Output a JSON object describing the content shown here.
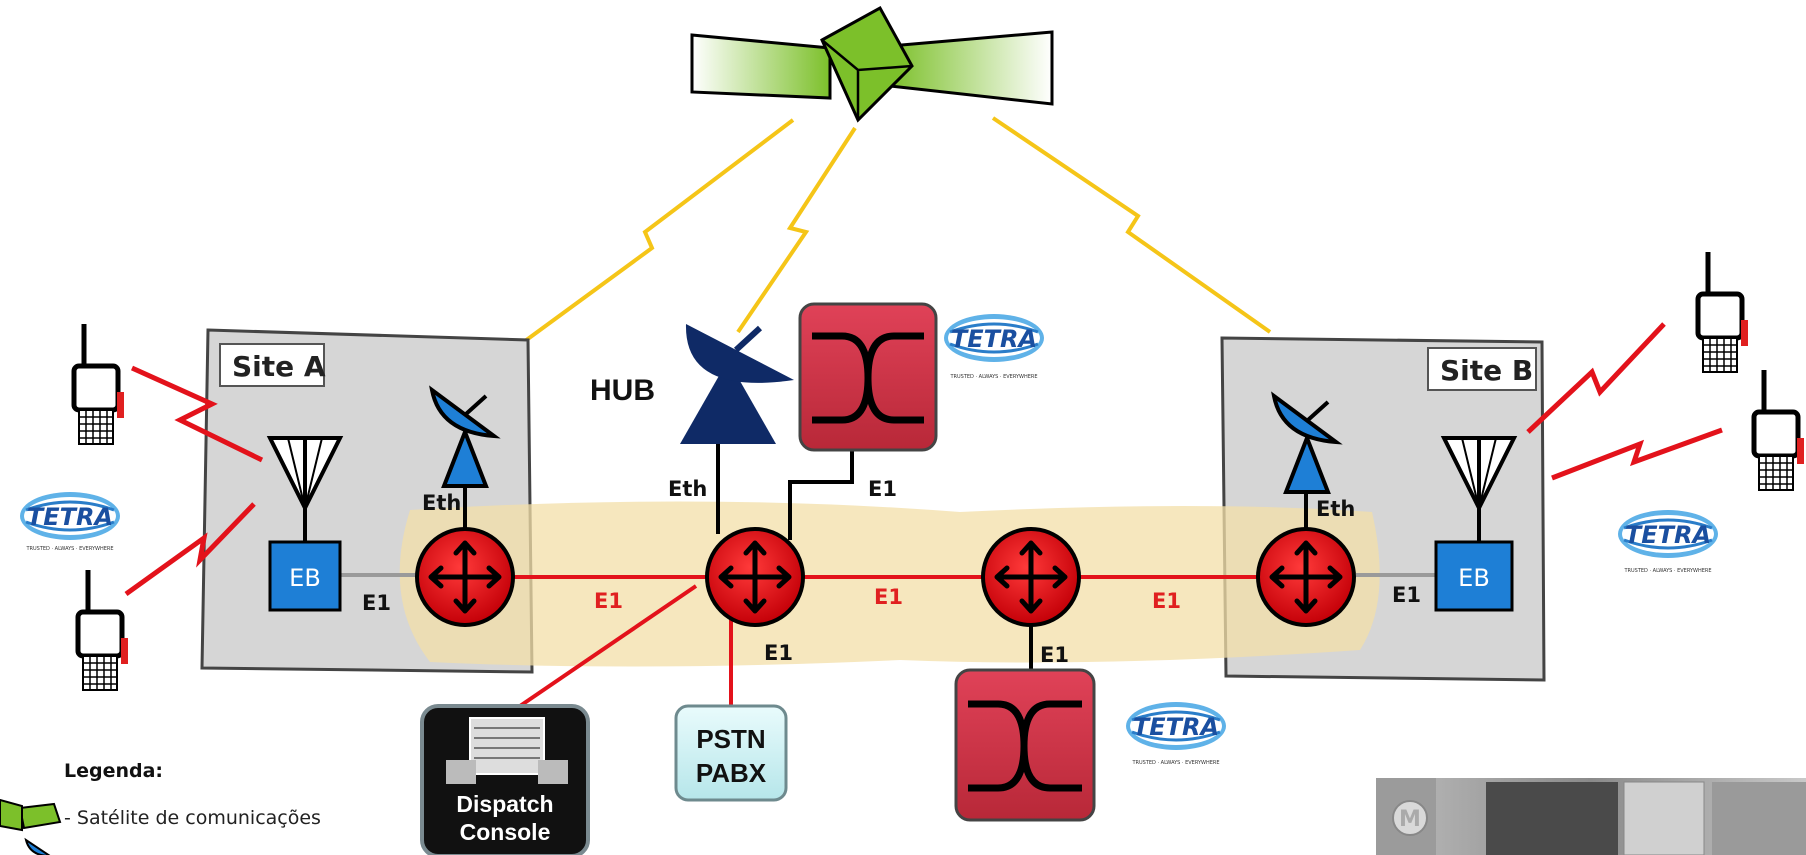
{
  "sites": {
    "site_a": "Site A",
    "site_b": "Site B"
  },
  "hub_label": "HUB",
  "eb_label": "EB",
  "links": {
    "e1": "E1",
    "eth": "Eth"
  },
  "boxes": {
    "pstn_line1": "PSTN",
    "pstn_line2": "PABX",
    "dispatch_line1": "Dispatch",
    "dispatch_line2": "Console"
  },
  "tetra": {
    "word": "TETRA",
    "tagline": "TRUSTED · ALWAYS · EVERYWHERE"
  },
  "legend": {
    "title": "Legenda:",
    "satellite": "- Satélite de comunicações"
  },
  "colors": {
    "router_red": "#e3121b",
    "switch_red": "#d03048",
    "dish_blue": "#1e7fd6",
    "hub_navy": "#0f2a66",
    "satellite_green": "#7cc02a",
    "lightning_yellow": "#f5c518",
    "backbone_band": "#f3dfa8",
    "site_gray": "#d6d6d6",
    "pstn_fill": "#cdeff2"
  }
}
